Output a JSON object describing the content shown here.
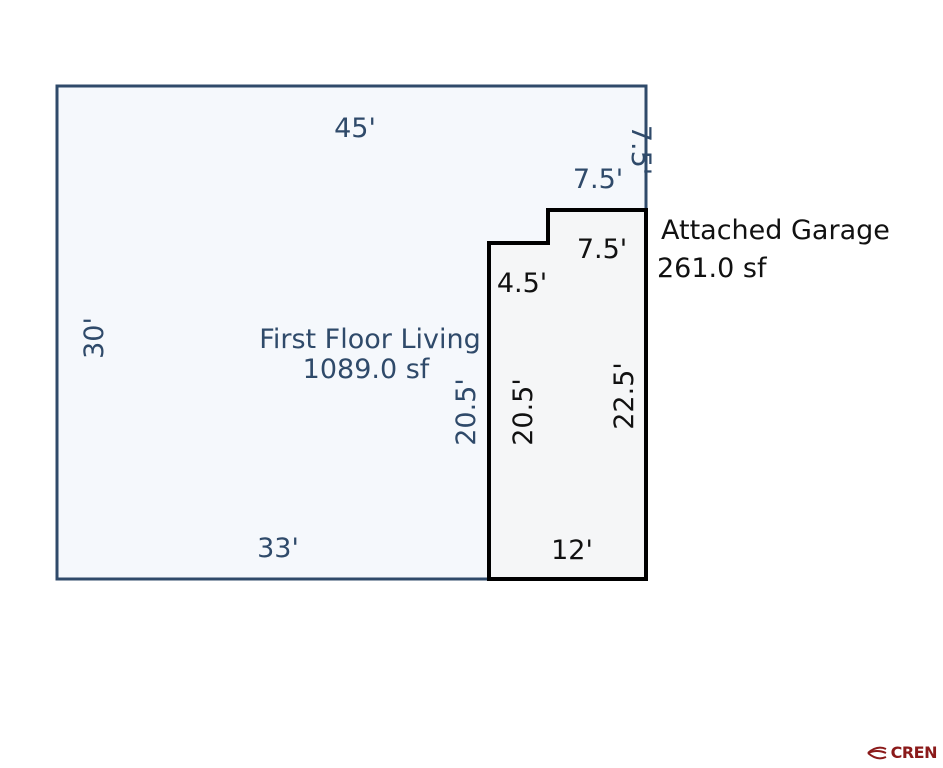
{
  "living": {
    "label": "First Floor Living",
    "area": "1089.0 sf",
    "dim_top": "45'",
    "dim_left": "30'",
    "dim_bottom": "33'",
    "dim_inner_vertical": "20.5'",
    "dim_notch_horizontal": "7.5'",
    "dim_notch_vertical": "7.5'"
  },
  "garage": {
    "label": "Attached Garage",
    "area": "261.0 sf",
    "dim_top": "7.5'",
    "dim_step": "4.5'",
    "dim_left": "20.5'",
    "dim_right": "22.5'",
    "dim_bottom": "12'"
  },
  "colors": {
    "living_outline": "#2f4a6a",
    "living_fill": "#f5f8fc",
    "garage_outline": "#000000",
    "garage_fill": "#f5f6f7",
    "logo": "#8b1a1a"
  },
  "logo": {
    "name": "CREN",
    "icon": "cren-mark-icon"
  }
}
